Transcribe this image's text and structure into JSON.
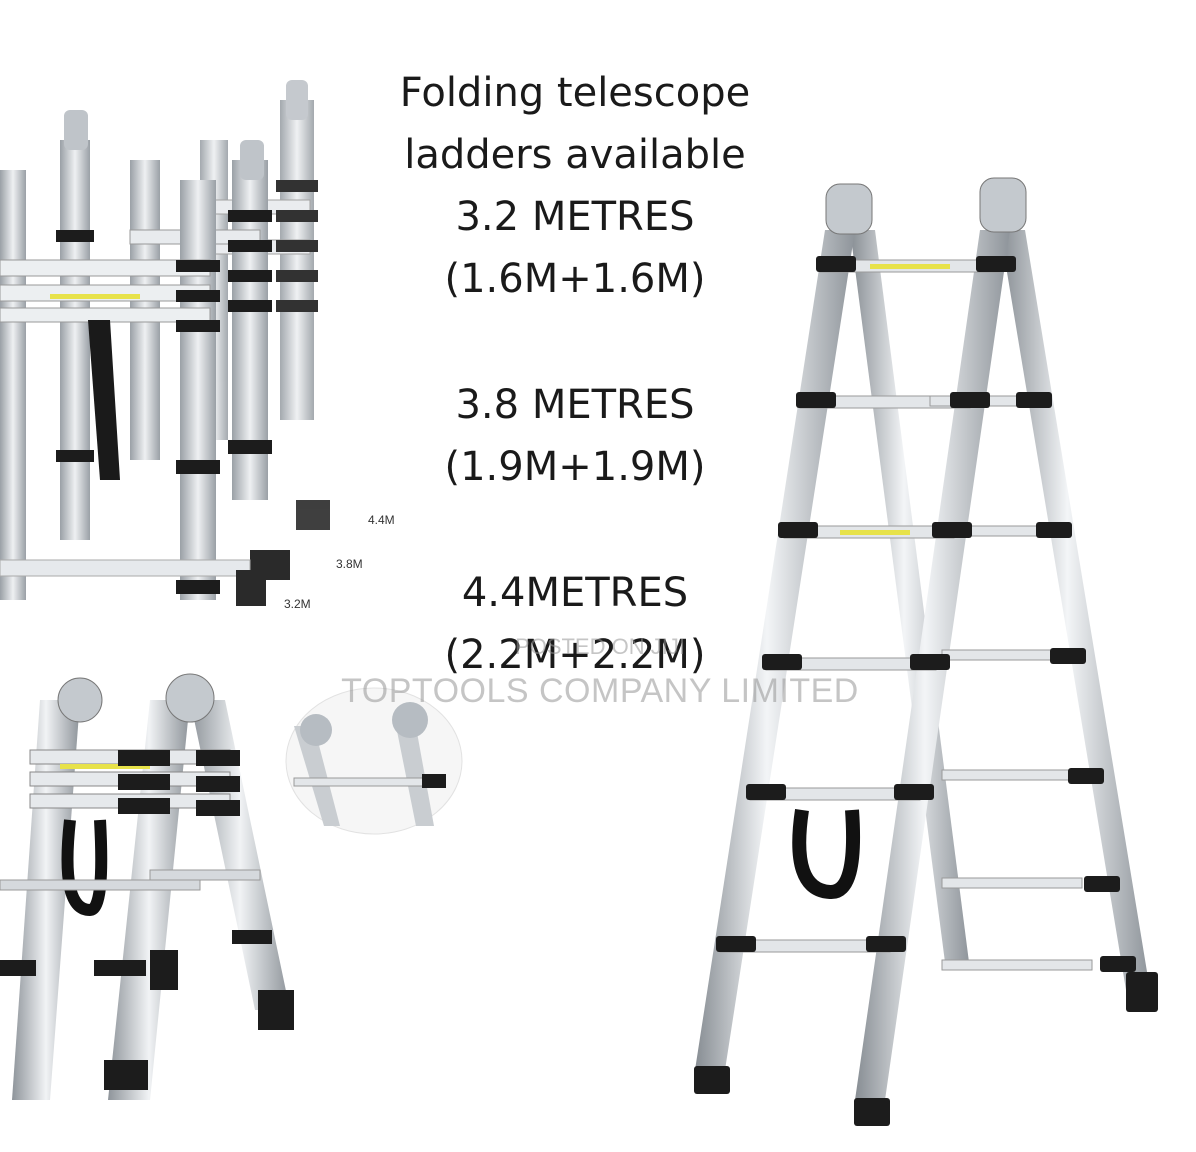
{
  "headline": {
    "line1": "Folding telescope",
    "line2": "ladders available"
  },
  "options": [
    {
      "length": "3.2 METRES",
      "split": "(1.6M+1.6M)"
    },
    {
      "length": "3.8 METRES",
      "split": "(1.9M+1.9M)"
    },
    {
      "length": "4.4METRES",
      "split": "(2.2M+2.2M)"
    }
  ],
  "size_tags": [
    "4.4M",
    "3.8M",
    "3.2M"
  ],
  "watermark": {
    "small": "POSTED ON JIJI",
    "main": "TOPTOOLS COMPANY LIMITED"
  },
  "colors": {
    "aluminium": "#c9cdd1",
    "aluminium_dark": "#8e949a",
    "rubber": "#1c1c1c",
    "label_yellow": "#e7e24a",
    "text": "#1a1a1a"
  }
}
